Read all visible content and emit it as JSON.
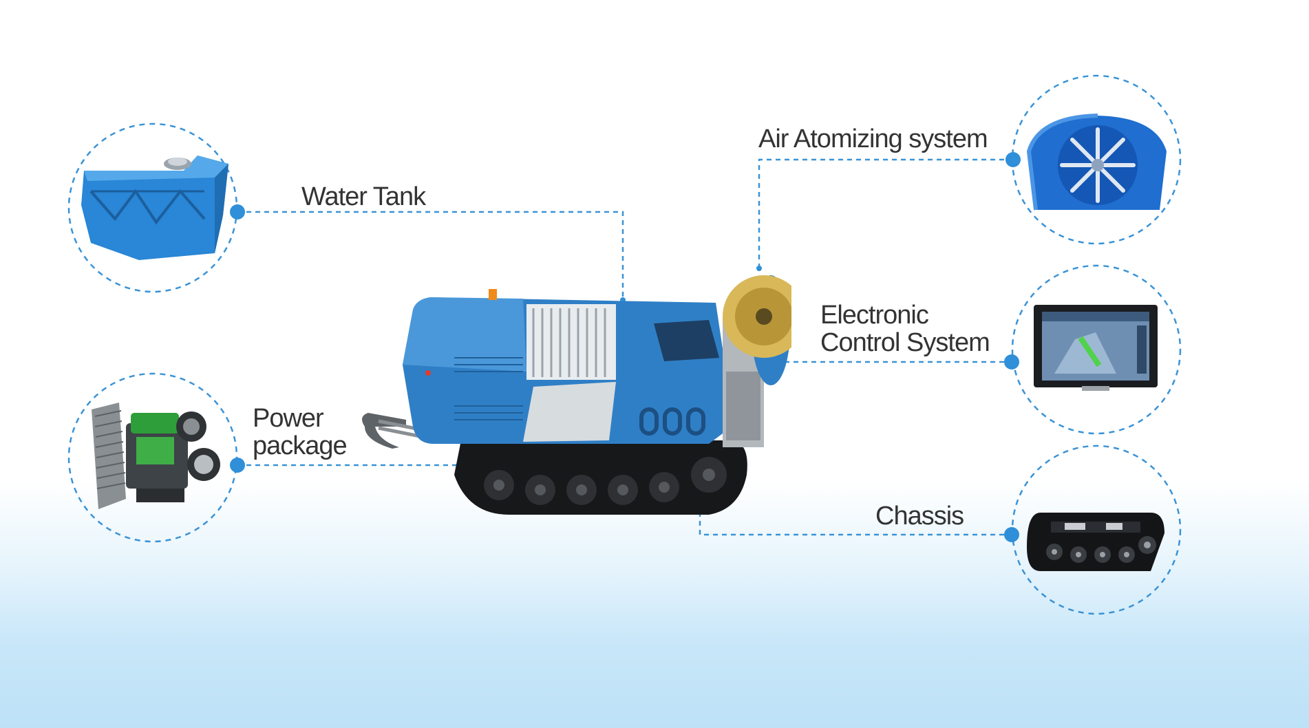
{
  "colors": {
    "accent": "#2f8fd8",
    "dashed_line": "#3a93d6",
    "label_text": "#333333",
    "machine_body": "#2f7fc6",
    "tank_blue": "#2a86d6"
  },
  "components": [
    {
      "id": "water-tank",
      "label_lines": [
        "Water Tank"
      ],
      "icon": "water-tank-icon"
    },
    {
      "id": "power-package",
      "label_lines": [
        "Power",
        "package"
      ],
      "icon": "engine-icon"
    },
    {
      "id": "air-atomizing",
      "label_lines": [
        "Air Atomizing system"
      ],
      "icon": "fan-icon"
    },
    {
      "id": "electronic-control",
      "label_lines": [
        "Electronic",
        "Control System"
      ],
      "icon": "display-screen-icon"
    },
    {
      "id": "chassis",
      "label_lines": [
        "Chassis"
      ],
      "icon": "crawler-track-icon"
    }
  ],
  "machine": {
    "icon": "crawler-sprayer-machine-icon"
  }
}
